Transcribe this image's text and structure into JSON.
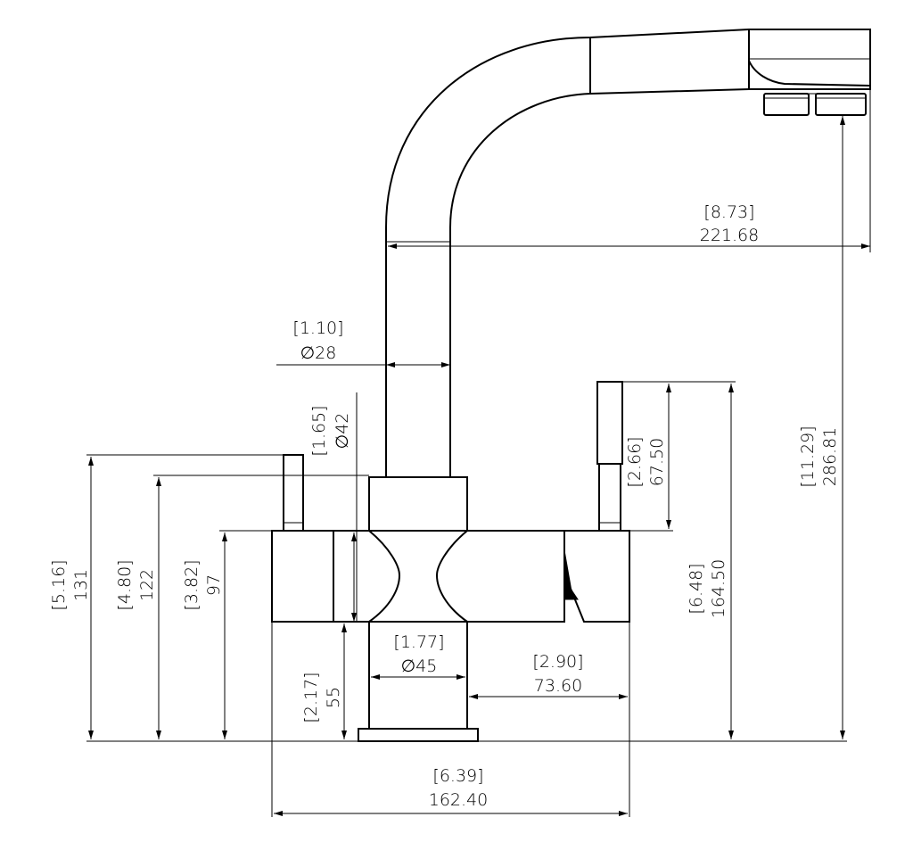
{
  "dimensions": {
    "spout_reach": {
      "inch": "[8.73]",
      "mm": "221.68"
    },
    "spout_diameter": {
      "inch": "[1.10]",
      "mm": "∅28"
    },
    "upper_body_diameter": {
      "inch": "[1.65]",
      "mm": "∅42"
    },
    "handle_height": {
      "inch": "[2.66]",
      "mm": "67.50"
    },
    "total_height": {
      "inch": "[11.29]",
      "mm": "286.81"
    },
    "left_handle_top": {
      "inch": "[5.16]",
      "mm": "131"
    },
    "body_top": {
      "inch": "[4.80]",
      "mm": "122"
    },
    "arms_top": {
      "inch": "[3.82]",
      "mm": "97"
    },
    "lower_body_height": {
      "inch": "[2.17]",
      "mm": "55"
    },
    "right_handle_top": {
      "inch": "[6.48]",
      "mm": "164.50"
    },
    "lower_body_diameter": {
      "inch": "[1.77]",
      "mm": "∅45"
    },
    "arm_length": {
      "inch": "[2.90]",
      "mm": "73.60"
    },
    "overall_width": {
      "inch": "[6.39]",
      "mm": "162.40"
    }
  }
}
